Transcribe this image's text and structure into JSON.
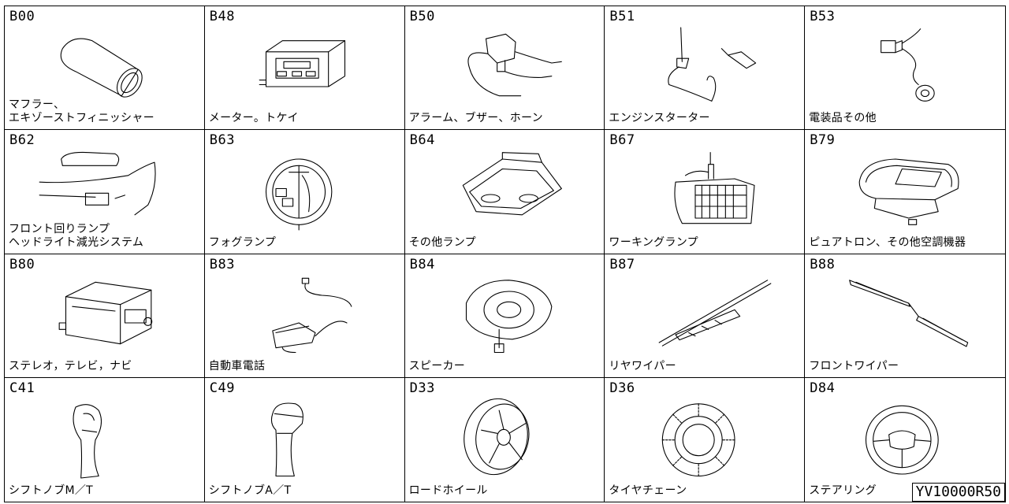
{
  "catalog_code": "YV10000R50",
  "items": [
    {
      "code": "B00",
      "label": "マフラー、\nエキゾーストフィニッシャー",
      "icon": "muffler-icon"
    },
    {
      "code": "B48",
      "label": "メーター。トケイ",
      "icon": "meter-clock-icon"
    },
    {
      "code": "B50",
      "label": "アラーム、ブザー、ホーン",
      "icon": "alarm-horn-icon"
    },
    {
      "code": "B51",
      "label": "エンジンスターター",
      "icon": "engine-starter-icon"
    },
    {
      "code": "B53",
      "label": "電装品その他",
      "icon": "electrical-parts-icon"
    },
    {
      "code": "B62",
      "label": "フロント回りランプ\nヘッドライト減光システム",
      "icon": "front-lamp-icon"
    },
    {
      "code": "B63",
      "label": "フォグランプ",
      "icon": "fog-lamp-icon"
    },
    {
      "code": "B64",
      "label": "その他ランプ",
      "icon": "room-lamp-icon"
    },
    {
      "code": "B67",
      "label": "ワーキングランプ",
      "icon": "working-lamp-icon"
    },
    {
      "code": "B79",
      "label": "ピュアトロン、その他空調機器",
      "icon": "air-purifier-icon"
    },
    {
      "code": "B80",
      "label": "ステレオ，テレビ，ナビ",
      "icon": "stereo-icon"
    },
    {
      "code": "B83",
      "label": "自動車電話",
      "icon": "car-phone-icon"
    },
    {
      "code": "B84",
      "label": "スピーカー",
      "icon": "speaker-icon"
    },
    {
      "code": "B87",
      "label": "リヤワイパー",
      "icon": "rear-wiper-icon"
    },
    {
      "code": "B88",
      "label": "フロントワイパー",
      "icon": "front-wiper-icon"
    },
    {
      "code": "C41",
      "label": "シフトノブM／T",
      "icon": "shift-knob-mt-icon"
    },
    {
      "code": "C49",
      "label": "シフトノブA／T",
      "icon": "shift-knob-at-icon"
    },
    {
      "code": "D33",
      "label": "ロードホイール",
      "icon": "road-wheel-icon"
    },
    {
      "code": "D36",
      "label": "タイヤチェーン",
      "icon": "tire-chain-icon"
    },
    {
      "code": "D84",
      "label": "ステアリング",
      "icon": "steering-wheel-icon"
    }
  ]
}
